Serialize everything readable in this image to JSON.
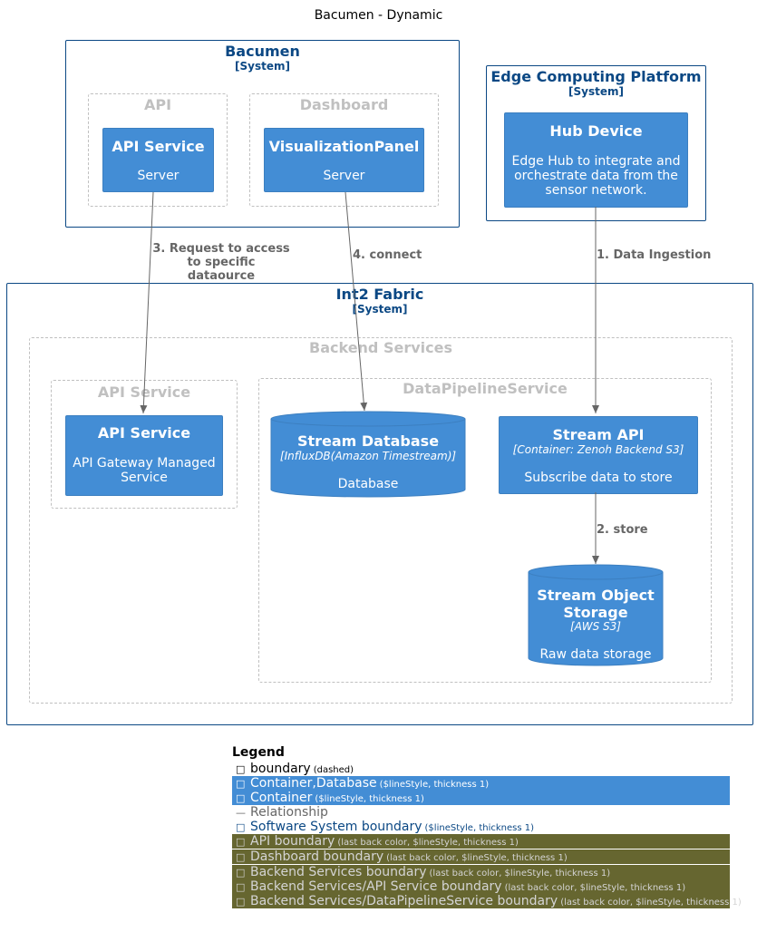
{
  "title": "Bacumen - Dynamic",
  "systems": {
    "bacumen": {
      "name": "Bacumen",
      "type": "[System]"
    },
    "edge": {
      "name": "Edge Computing Platform",
      "type": "[System]"
    },
    "fabric": {
      "name": "Int2 Fabric",
      "type": "[System]"
    }
  },
  "boundaries": {
    "api": "API",
    "dashboard": "Dashboard",
    "backend": "Backend Services",
    "api_service": "API Service",
    "pipeline": "DataPipelineService"
  },
  "nodes": {
    "api_service_top": {
      "name": "API Service",
      "desc": "Server"
    },
    "viz_panel": {
      "name": "VisualizationPanel",
      "desc": "Server"
    },
    "hub_device": {
      "name": "Hub Device",
      "desc": "Edge Hub to integrate and orchestrate data from the sensor network."
    },
    "api_service_bottom": {
      "name": "API Service",
      "desc": "API Gateway Managed Service"
    },
    "stream_db": {
      "name": "Stream Database",
      "type": "[InfluxDB(Amazon Timestream)]",
      "desc": "Database"
    },
    "stream_api": {
      "name": "Stream API",
      "type": "[Container: Zenoh Backend S3]",
      "desc": "Subscribe data to store"
    },
    "object_storage": {
      "name": "Stream Object Storage",
      "type": "[AWS S3]",
      "desc": "Raw data storage"
    }
  },
  "edges": {
    "e1": "1. Data Ingestion",
    "e2": "2. store",
    "e3": "3. Request to access to specific dataource",
    "e4": "4. connect"
  },
  "legend": {
    "title": "Legend",
    "items": [
      {
        "icon": "boundary-icon",
        "label": "boundary",
        "note": "(dashed)"
      },
      {
        "icon": "container-database-icon",
        "label": "Container,Database",
        "note": "($lineStyle, thickness 1)"
      },
      {
        "icon": "container-icon",
        "label": "Container",
        "note": "($lineStyle, thickness 1)"
      },
      {
        "icon": "relationship-icon",
        "label": "Relationship",
        "note": ""
      },
      {
        "icon": "system-boundary-icon",
        "label": "Software System boundary",
        "note": "($lineStyle, thickness 1)"
      },
      {
        "icon": "api-boundary-icon",
        "label": "API boundary",
        "note": "(last back color, $lineStyle, thickness 1)"
      },
      {
        "icon": "dashboard-boundary-icon",
        "label": "Dashboard boundary",
        "note": "(last back color, $lineStyle, thickness 1)"
      },
      {
        "icon": "backend-boundary-icon",
        "label": "Backend Services boundary",
        "note": "(last back color, $lineStyle, thickness 1)"
      },
      {
        "icon": "backend-api-boundary-icon",
        "label": "Backend Services/API Service boundary",
        "note": "(last back color, $lineStyle, thickness 1)"
      },
      {
        "icon": "backend-pipeline-boundary-icon",
        "label": "Backend Services/DataPipelineService boundary",
        "note": "(last back color, $lineStyle, thickness 1)"
      }
    ]
  },
  "colors": {
    "container": "#438dd5",
    "system_border": "#0b4884",
    "boundary_dashed": "#c0c0c0",
    "edge": "#666666",
    "legend_olive": "#666630"
  }
}
